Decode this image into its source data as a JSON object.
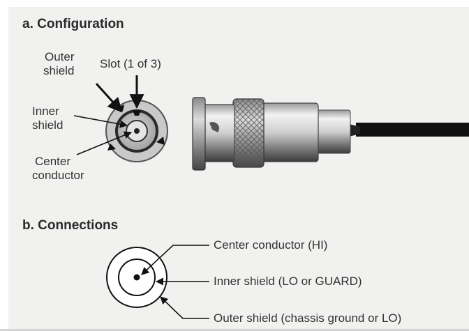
{
  "sections": {
    "configuration": {
      "title": "a. Configuration",
      "labels": {
        "outer_shield": [
          "Outer",
          "shield"
        ],
        "slot": "Slot (1 of 3)",
        "inner_shield": [
          "Inner",
          "shield"
        ],
        "center_conductor": [
          "Center",
          "conductor"
        ]
      }
    },
    "connections": {
      "title": "b. Connections",
      "labels": {
        "center_conductor": "Center conductor (HI)",
        "inner_shield": "Inner shield (LO or GUARD)",
        "outer_shield": "Outer shield (chassis ground or LO)"
      }
    }
  },
  "colors": {
    "panel_background": "#f1f1f0",
    "text": "#333333",
    "metal_light": "#e6e6e6",
    "metal_dark": "#4a4a4a",
    "cable": "#111111"
  }
}
